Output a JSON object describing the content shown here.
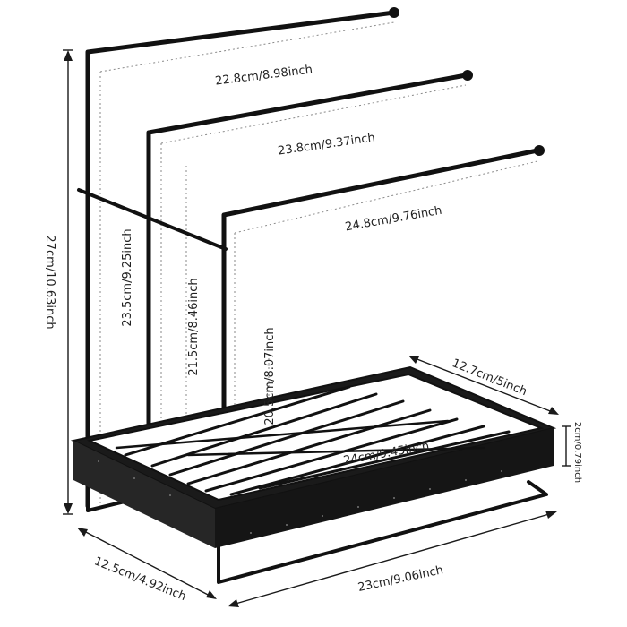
{
  "colors": {
    "rack": "#111111",
    "dimension_line": "#1a1a1a",
    "guide_line": "#8a8a8a",
    "text": "#222222"
  },
  "dimensions": {
    "height_total": "27cm/10.63inch",
    "bar_top_length": "22.8cm/8.98inch",
    "bar_middle_length": "23.8cm/9.37inch",
    "bar_bottom_length": "24.8cm/9.76inch",
    "bar_top_height": "23.5cm/9.25inch",
    "bar_middle_height": "21.5cm/8.46inch",
    "bar_bottom_height": "20.5cm/8.07inch",
    "tray_width": "12.7cm/5inch",
    "tray_depth": "2cm/0.79inch",
    "tray_length": "24cm/9.45inch",
    "base_depth": "12.5cm/4.92inch",
    "base_length": "23cm/9.06inch"
  }
}
